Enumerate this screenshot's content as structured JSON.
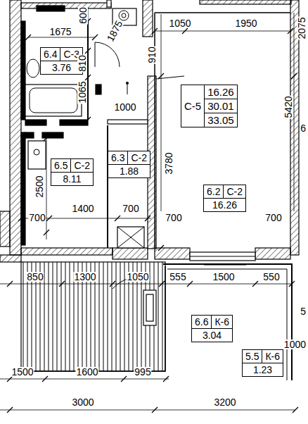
{
  "diagram": {
    "nodes": [
      {
        "text": [
          "6.4",
          "С-3",
          "3.76"
        ]
      },
      {
        "text": [
          "6.3",
          "С-2",
          "1.88"
        ]
      },
      {
        "text": [
          "6.5",
          "С-2",
          "8.11"
        ]
      },
      {
        "text": [
          "С-5",
          "16.26",
          "30.01",
          "33.05"
        ]
      },
      {
        "text": [
          "6.2",
          "С-2",
          "16.26"
        ]
      },
      {
        "text": [
          "6.6",
          "К-6",
          "3.04"
        ]
      },
      {
        "text": [
          "5.5",
          "К-6",
          "1.23"
        ]
      }
    ],
    "labels": [
      "1675",
      "600",
      "810",
      "1875",
      "1065",
      "1000",
      "1050",
      "1950",
      "910",
      "3780",
      "5420",
      "2075",
      "2500",
      "700",
      "1400",
      "700",
      "700",
      "700",
      "850",
      "1300",
      "1050",
      "555",
      "1500",
      "550",
      "1000",
      "1500",
      "1600",
      "995",
      "3000",
      "3200",
      "6",
      "5"
    ]
  }
}
